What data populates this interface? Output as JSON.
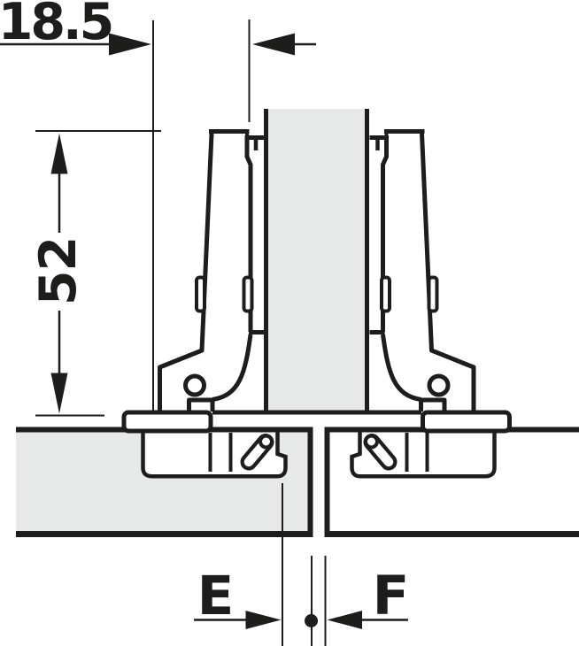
{
  "diagram": {
    "type": "technical-drawing",
    "subject": "concealed cabinet hinges on center panel with two doors, cross-section",
    "dimensions": {
      "top_offset": "18.5",
      "side_length": "52",
      "gap_left": "E",
      "gap_right": "F"
    },
    "colors": {
      "line": "#1d1d1b",
      "panel_fill": "#e7e8e8",
      "background": "#ffffff"
    }
  }
}
